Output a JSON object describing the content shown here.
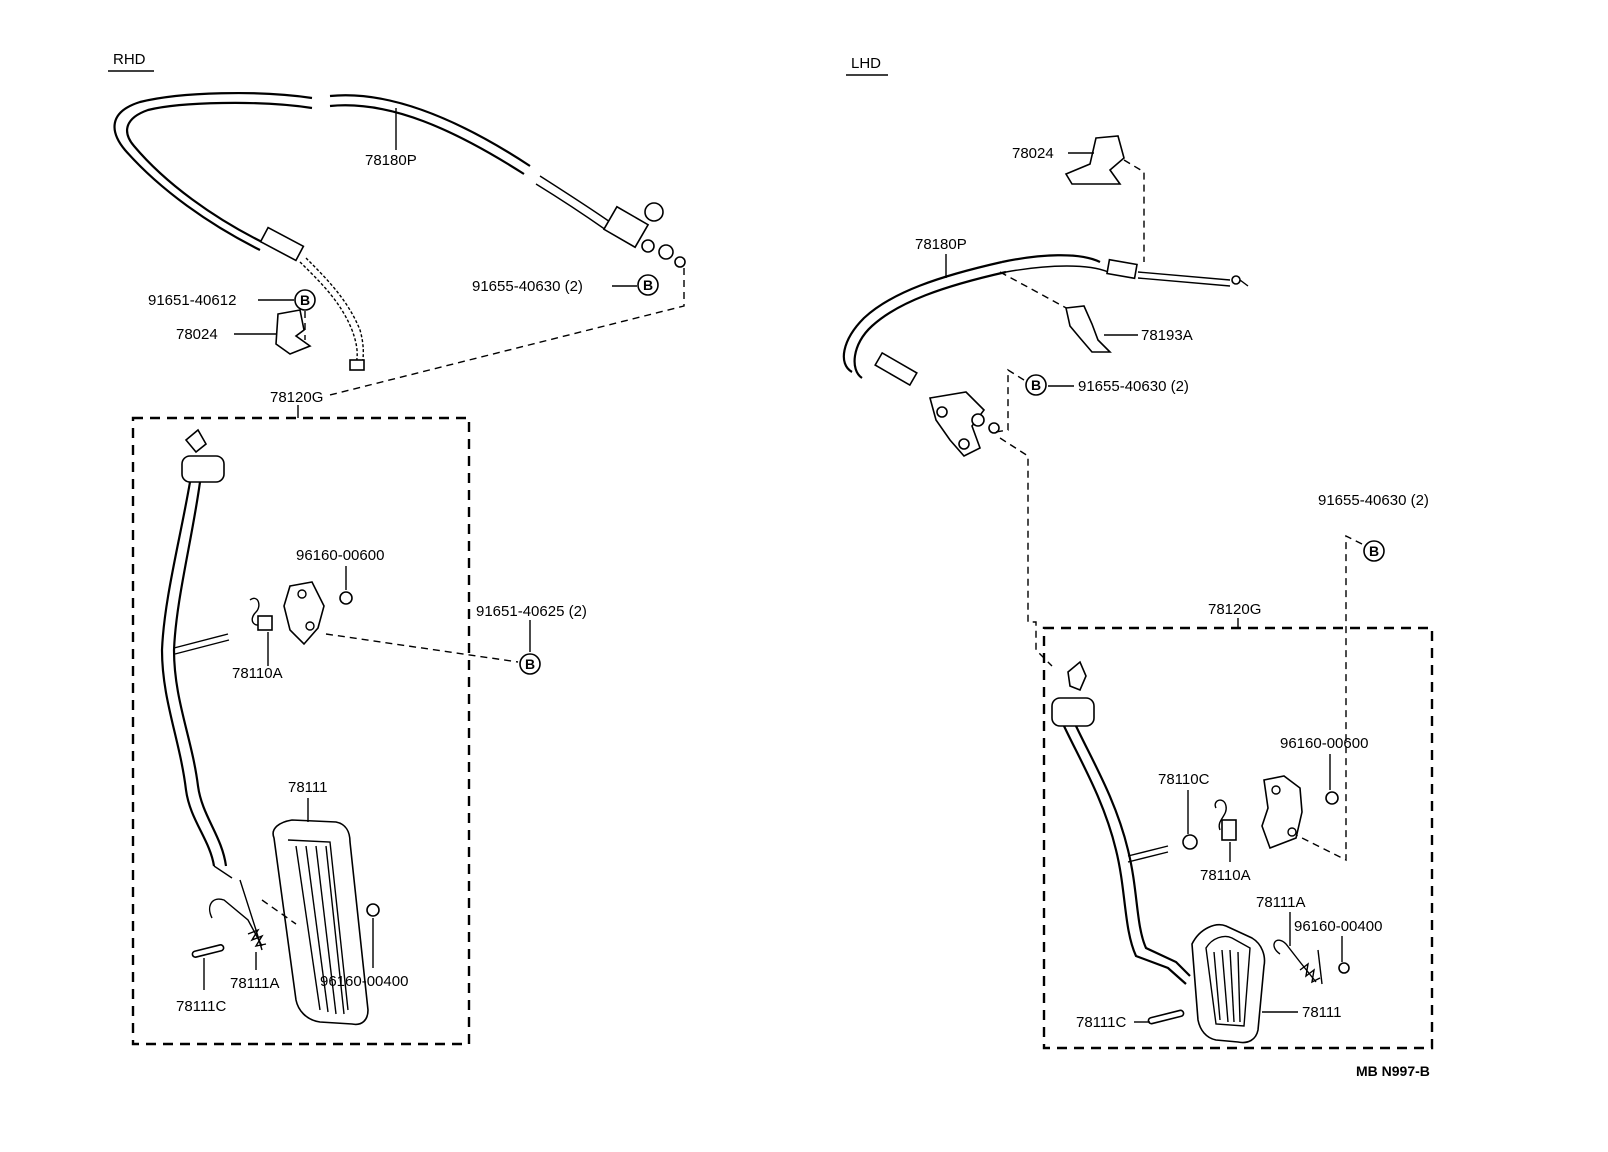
{
  "rhd": {
    "title": "RHD",
    "labels": {
      "cable": "78180P",
      "bolt": "91651-40612",
      "bracket": "78024",
      "nut": "91655-40630 (2)",
      "assy": "78120G",
      "washer": "96160-00600",
      "pin_bolt": "91651-40625 (2)",
      "spring_a": "78110A",
      "pedal": "78111",
      "spring_b": "78111A",
      "pin": "78111C",
      "clip": "96160-00400"
    },
    "circle_marks": [
      "B",
      "B",
      "B"
    ]
  },
  "lhd": {
    "title": "LHD",
    "labels": {
      "bracket": "78024",
      "cable": "78180P",
      "clamp": "78193A",
      "nut": "91655-40630 (2)",
      "nut2": "91655-40630 (2)",
      "assy": "78120G",
      "washer": "96160-00600",
      "bushing": "78110C",
      "spring_a": "78110A",
      "spring_b": "78111A",
      "clip": "96160-00400",
      "pin": "78111C",
      "pedal": "78111"
    },
    "circle_marks": [
      "B",
      "B"
    ]
  },
  "diagram_code": "MB N997-B"
}
